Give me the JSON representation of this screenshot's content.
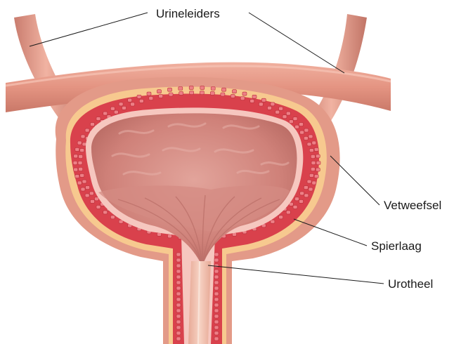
{
  "labels": {
    "ureters": "Urineleiders",
    "fat_tissue": "Vetweefsel",
    "muscle_layer": "Spierlaag",
    "urothelium": "Urotheel"
  },
  "colors": {
    "ureter_fill": "#dc9a8a",
    "fat": "#f7c98f",
    "muscle": "#d9414c",
    "muscle_cells": "#ee7f86",
    "inner_lining": "#f6c7bf",
    "lumen": "#c97670",
    "lumen_light": "#dd9a92",
    "outer_wall": "#e9a08f"
  }
}
